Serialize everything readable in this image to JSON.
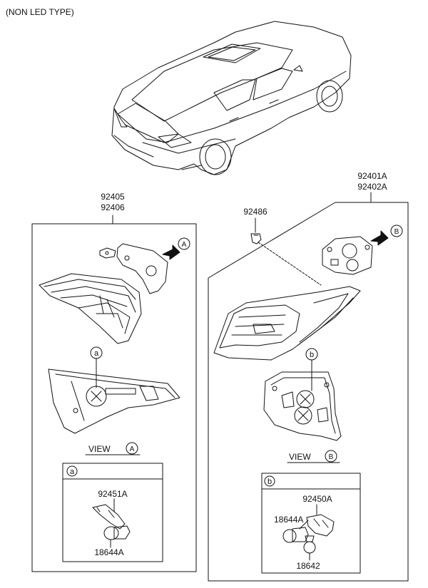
{
  "header": {
    "title": "(NON LED TYPE)"
  },
  "left_assembly": {
    "part_numbers": [
      "92405",
      "92406"
    ],
    "view_marker": "A",
    "view_label": "VIEW",
    "detail": {
      "tag": "a",
      "socket_part": "92451A",
      "bulb_part": "18644A"
    }
  },
  "right_assembly": {
    "part_numbers": [
      "92401A",
      "92402A"
    ],
    "clip_part": "92486",
    "view_marker": "B",
    "view_label": "VIEW",
    "detail": {
      "tag": "b",
      "socket_part": "92450A",
      "bulb_part_a": "18644A",
      "bulb_part_b": "18642"
    }
  },
  "colors": {
    "line": "#111111",
    "background": "#ffffff"
  }
}
